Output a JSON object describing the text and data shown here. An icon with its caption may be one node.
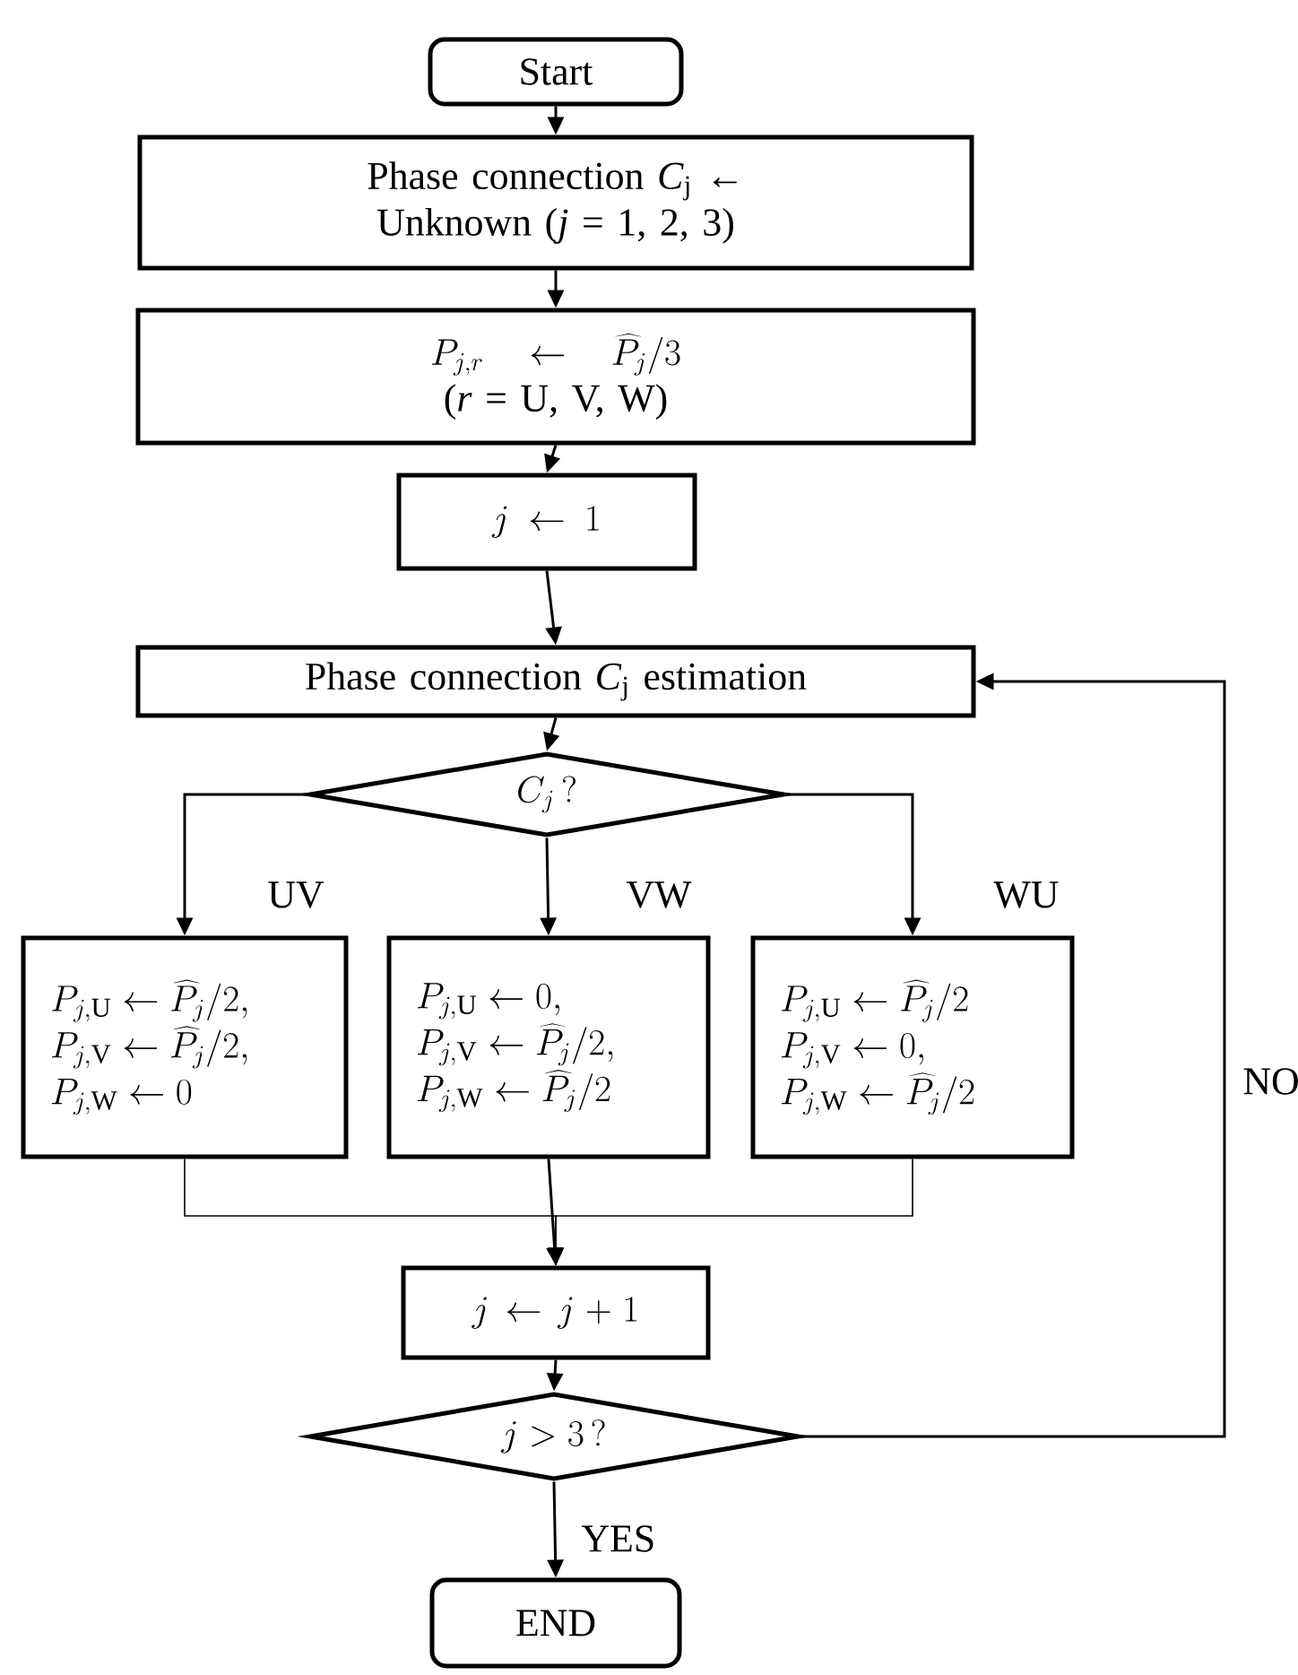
{
  "diagram": {
    "nodes": [
      {
        "text": [
          "Start"
        ]
      },
      {
        "text": [
          "Phase connection *C*$_{j}$ ← Unknown (*j* = 1, 2, 3)"
        ]
      },
      {
        "text": [
          "P_{j,r} \\leftarrow \\widehat{P}_j/3",
          "(*r* = U, V, W)"
        ]
      },
      {
        "text": [
          "j \\leftarrow 1"
        ]
      },
      {
        "text": [
          "Phase connection *C*$_{j}$ estimation"
        ]
      },
      {
        "text": [
          "C_j\\,?"
        ]
      },
      {
        "text": [
          "P_{j,\\mathrm{U}} \\leftarrow \\widehat{P}_j/2,",
          "P_{j,\\mathrm{V}} \\leftarrow \\widehat{P}_j/2,",
          "P_{j,\\mathrm{W}} \\leftarrow 0"
        ]
      },
      {
        "text": [
          "P_{j,\\mathrm{U}} \\leftarrow 0,",
          "P_{j,\\mathrm{V}} \\leftarrow \\widehat{P}_j/2,",
          "P_{j,\\mathrm{W}} \\leftarrow \\widehat{P}_j/2"
        ]
      },
      {
        "text": [
          "P_{j,\\mathrm{U}} \\leftarrow \\widehat{P}_j/2",
          "P_{j,\\mathrm{V}} \\leftarrow 0,",
          "P_{j,\\mathrm{W}} \\leftarrow \\widehat{P}_j/2"
        ]
      },
      {
        "text": [
          "j \\leftarrow j+1"
        ]
      },
      {
        "text": [
          "j > 3\\,?"
        ]
      },
      {
        "text": [
          "END"
        ]
      }
    ],
    "edges": [
      {
        "from": 0,
        "to": 1,
        "arrow": "to"
      },
      {
        "from": 1,
        "to": 2,
        "arrow": "to"
      },
      {
        "from": 2,
        "to": 3,
        "arrow": "to"
      },
      {
        "from": 3,
        "to": 4,
        "arrow": "to"
      },
      {
        "from": 4,
        "to": 5,
        "arrow": "to"
      },
      {
        "from": 5,
        "to": 6,
        "label": "UV",
        "arrow": "to"
      },
      {
        "from": 5,
        "to": 7,
        "label": "VW",
        "arrow": "to"
      },
      {
        "from": 5,
        "to": 8,
        "label": "WU",
        "arrow": "to"
      },
      {
        "from": 6,
        "to": 9,
        "arrow": "to"
      },
      {
        "from": 7,
        "to": 9,
        "arrow": "to"
      },
      {
        "from": 8,
        "to": 9,
        "arrow": "to"
      },
      {
        "from": 9,
        "to": 10,
        "arrow": "to"
      },
      {
        "from": 10,
        "to": 11,
        "label": "YES",
        "arrow": "to"
      },
      {
        "from": 10,
        "to": 4,
        "label": "NO",
        "arrow": "to"
      }
    ]
  }
}
